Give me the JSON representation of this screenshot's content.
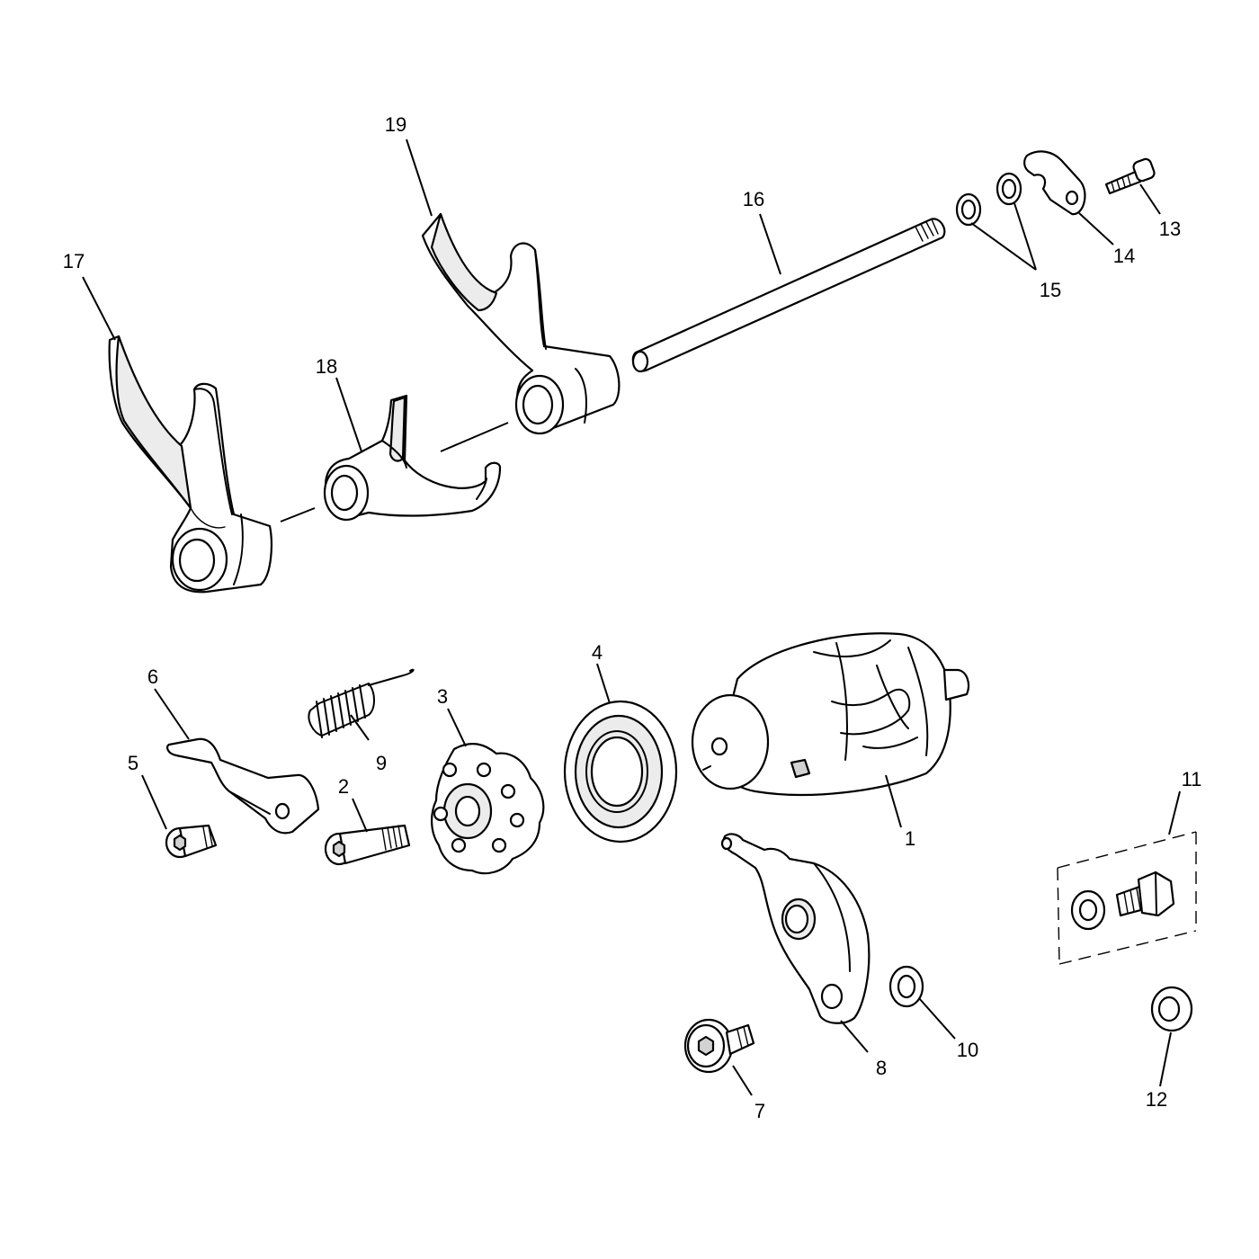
{
  "labels": {
    "p1": "1",
    "p2": "2",
    "p3": "3",
    "p4": "4",
    "p5": "5",
    "p6": "6",
    "p7": "7",
    "p8": "8",
    "p9": "9",
    "p10": "10",
    "p11": "11",
    "p12": "12",
    "p13": "13",
    "p14": "14",
    "p15": "15",
    "p16": "16",
    "p17": "17",
    "p18": "18",
    "p19": "19"
  },
  "colors": {
    "line": "#000000",
    "background": "#ffffff",
    "shade": "#ececec"
  }
}
